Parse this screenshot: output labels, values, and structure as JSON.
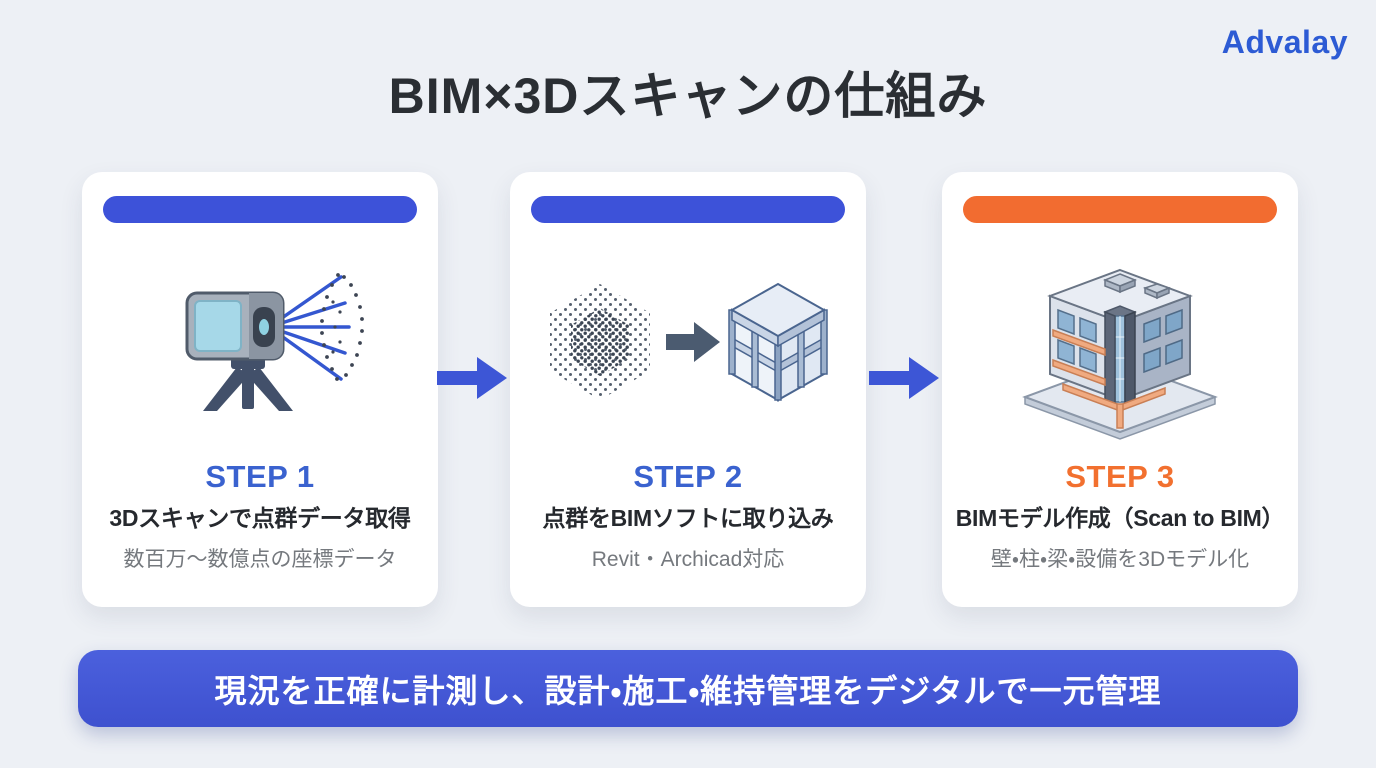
{
  "brand": "Advalay",
  "title": "BIM×3Dスキャンの仕組み",
  "colors": {
    "background": "#edf0f5",
    "accent_blue": "#3d52d9",
    "accent_orange": "#f26c30",
    "step_blue": "#3a62cf",
    "step_orange": "#f2702f",
    "arrow_blue": "#3d56d6",
    "banner_blue": "#4156d5",
    "brand_blue": "#2d5bd4",
    "heading_text": "#26292e",
    "sub_text": "#75797e"
  },
  "steps": [
    {
      "label": "STEP 1",
      "heading": "3Dスキャンで点群データ取得",
      "sub": "数百万〜数億点の座標データ",
      "icon": "laser-scanner-icon",
      "accent": "#3d52d9"
    },
    {
      "label": "STEP 2",
      "heading": "点群をBIMソフトに取り込み",
      "sub": "Revit・Archicad対応",
      "icon": "point-cloud-to-model-icon",
      "accent": "#3d52d9"
    },
    {
      "label": "STEP 3",
      "heading": "BIMモデル作成（Scan to BIM）",
      "sub": "壁・柱・梁・設備を3Dモデル化",
      "icon": "bim-building-icon",
      "accent": "#f26c30"
    }
  ],
  "banner": "現況を正確に計測し、設計・施工・維持管理をデジタルで一元管理"
}
